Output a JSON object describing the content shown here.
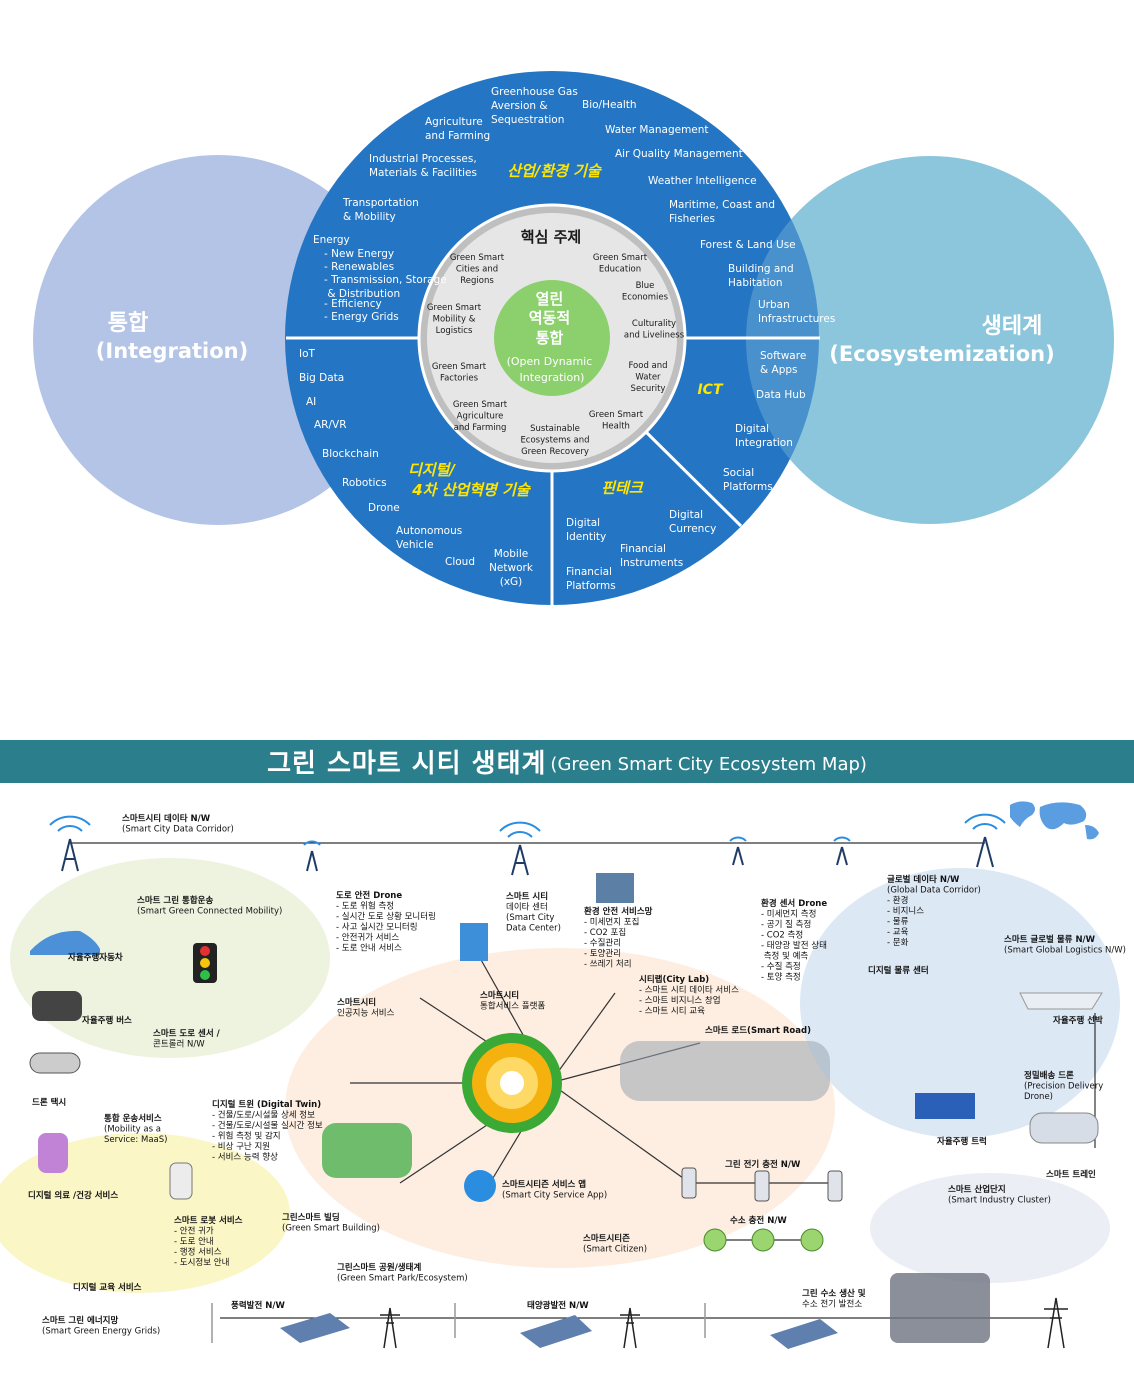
{
  "ring": {
    "left_circle": {
      "ko": "통합",
      "en": "(Integration)"
    },
    "right_circle": {
      "ko": "생테계",
      "en": "(Ecosystemization)"
    },
    "sections": {
      "industry": "산업/환경 기술",
      "ict": "ICT",
      "digital": [
        "디지털/",
        "4차 산업혁명 기술"
      ],
      "fintech": "핀테크"
    },
    "outer_items": [
      [
        "Greenhouse Gas",
        "Aversion &",
        "Sequestration"
      ],
      [
        "Bio/Health"
      ],
      [
        "Agriculture",
        "and Farming"
      ],
      [
        "Water Management"
      ],
      [
        "Industrial Processes,",
        "Materials & Facilities"
      ],
      [
        "Air Quality Management"
      ],
      [
        "Weather Intelligence"
      ],
      [
        "Transportation",
        "& Mobility"
      ],
      [
        "Maritime, Coast and",
        "Fisheries"
      ],
      [
        "Energy"
      ],
      [
        "-   New Energy"
      ],
      [
        "-   Renewables"
      ],
      [
        "-   Transmission, Storage",
        "    & Distribution"
      ],
      [
        "-   Efficiency"
      ],
      [
        "-   Energy Grids"
      ],
      [
        "Forest &  Land Use"
      ],
      [
        "Building and",
        "Habitation"
      ],
      [
        "Urban",
        "Infrastructures"
      ],
      [
        "IoT"
      ],
      [
        "Big Data"
      ],
      [
        "AI"
      ],
      [
        "AR/VR"
      ],
      [
        "Blockchain"
      ],
      [
        "Robotics"
      ],
      [
        "Drone"
      ],
      [
        "Autonomous",
        "Vehicle"
      ],
      [
        "Cloud"
      ],
      [
        "Mobile",
        "Network",
        "(xG)"
      ],
      [
        "Software",
        "& Apps"
      ],
      [
        "Data Hub"
      ],
      [
        "Digital",
        "Integration"
      ],
      [
        "Social",
        "Platforms"
      ],
      [
        "Digital",
        "Currency"
      ],
      [
        "Digital",
        "Identity"
      ],
      [
        "Financial",
        "Instruments"
      ],
      [
        "Financial",
        "Platforms"
      ]
    ],
    "core_title": "핵심 주제",
    "core_items": [
      [
        "Green Smart",
        "Cities and",
        "Regions"
      ],
      [
        "Green Smart",
        "Education"
      ],
      [
        "Blue",
        "Economies"
      ],
      [
        "Culturality",
        "and Liveliness"
      ],
      [
        "Food and",
        "Water",
        "Security"
      ],
      [
        "Green Smart",
        "Health"
      ],
      [
        "Sustainable",
        "Ecosystems and",
        "Green Recovery"
      ],
      [
        "Green Smart",
        "Agriculture",
        "and Farming"
      ],
      [
        "Green Smart",
        "Factories"
      ],
      [
        "Green Smart",
        "Mobility &",
        "Logistics"
      ]
    ],
    "center": {
      "l1": "열린",
      "l2": "역동적",
      "l3": "통합",
      "l4": "(Open Dynamic",
      "l5": "Integration)"
    }
  },
  "banner": {
    "ko": "그린 스마트 시티 생태계",
    "en": "(Green Smart City Ecosystem Map)"
  },
  "map": {
    "labels": [
      [
        "스마트시티 데이타 N/W",
        "(Smart City Data Corridor)"
      ],
      [
        "스마트 그린 통합운송",
        "(Smart Green Connected Mobility)"
      ],
      [
        "자율주행자동차"
      ],
      [
        "자율주행 버스"
      ],
      [
        "스마트 도로 센서 /",
        "콘트롤러 N/W"
      ],
      [
        "드론 택시"
      ],
      [
        "통합 운송서비스",
        "(Mobility as a",
        "Service: MaaS)"
      ],
      [
        "디지털 의료 /건강 서비스"
      ],
      [
        "스마트 로봇 서비스",
        "- 안전 귀가",
        "- 도로 안내",
        "- 행정 서비스",
        "- 도시정보 안내"
      ],
      [
        "디지털 교육 서비스"
      ],
      [
        "도로 안전 Drone",
        "-  도로 위험 측정",
        "-  실시간 도로 상황 모니터링",
        "-  사고 실시간 모니터링",
        "-  안전귀가 서비스",
        "-  도로 안내 서비스"
      ],
      [
        "스마트시티",
        "인공지능 서비스"
      ],
      [
        "디지털 트윈 (Digital Twin)",
        "-  건물/도로/시설물 상세 정보",
        "-  건물/도로/시설물 실시간 정보",
        "-  위험 측정 및 감지",
        "-  비상 구난 지원",
        "-  서비스 능력 향상"
      ],
      [
        "스마트 시티",
        "데이타 센터",
        "(Smart City",
        "Data Center)"
      ],
      [
        "환경 안전 서비스망",
        "-  미세먼지 포집",
        "-  CO2 포집",
        "-  수질관리",
        "-  토양관리",
        "-  쓰레기 처리"
      ],
      [
        "스마트시티",
        "통합서비스 플랫폼"
      ],
      [
        "시티랩(City Lab)",
        "-  스마트 시티 데이타 서비스",
        "-  스마트 비지니스 창업",
        "-  스마트 시티 교육"
      ],
      [
        "환경 센서 Drone",
        "-  미세먼지 측정",
        "-  공기 질 측정",
        "-  CO2 측정",
        "-  태양광 발전 상태",
        "    측정 및 예측",
        "-  수질 측정",
        "-  토양 측정"
      ],
      [
        "글로벌 데이타 N/W",
        "(Global Data Corridor)",
        "- 환경",
        "- 비지니스",
        "- 물류",
        "- 교육",
        "- 문화"
      ],
      [
        "스마트 글로벌 물류 N/W",
        "(Smart Global Logistics N/W)"
      ],
      [
        "디지털 물류 센터"
      ],
      [
        "스마트 로드(Smart Road)"
      ],
      [
        "자율주행 선박"
      ],
      [
        "정밀배송 드론",
        "(Precision Delivery",
        "Drone)"
      ],
      [
        "자율주행 트럭"
      ],
      [
        "스마트 트레인"
      ],
      [
        "그린 전기 충전 N/W"
      ],
      [
        "수소 충전 N/W"
      ],
      [
        "스마트 산업단지",
        "(Smart Industry Cluster)"
      ],
      [
        "스마트시티즌 서비스 앱",
        "(Smart City Service App)"
      ],
      [
        "스마트시티즌",
        "(Smart Citizen)"
      ],
      [
        "그린스마트 빌딩",
        "(Green Smart Building)"
      ],
      [
        "그린스마트 공원/생태계",
        "(Green Smart Park/Ecosystem)"
      ],
      [
        "스마트 그린 에너지망",
        "(Smart Green Energy Grids)"
      ],
      [
        "풍력발전 N/W"
      ],
      [
        "태양광발전 N/W"
      ],
      [
        "그린 수소 생산 및",
        "수소 전기 발전소"
      ]
    ]
  }
}
